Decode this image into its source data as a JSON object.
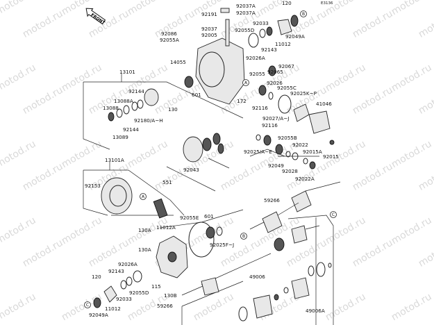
{
  "diagram_code": "E3136",
  "front_label": "FRONT",
  "watermark": "motod.ru",
  "callouts": {
    "a": "A",
    "b": "B",
    "c": "C"
  },
  "labels": [
    "92191",
    "92037A",
    "92037A",
    "92037",
    "92005",
    "92086",
    "92055A",
    "14055",
    "13101",
    "601",
    "92144",
    "13088A",
    "13088",
    "130",
    "92180/A~H",
    "92144",
    "13089",
    "92055D",
    "92033",
    "92143",
    "120",
    "92049A",
    "11012",
    "92026A",
    "92067",
    "92065",
    "92055",
    "92026",
    "172",
    "92116",
    "92055C",
    "92025K~P",
    "41046",
    "92027/A~J",
    "92116",
    "92025/A~E",
    "92055B",
    "92022",
    "92015A",
    "92049",
    "92028",
    "92015",
    "92022A",
    "13101A",
    "92043",
    "92153",
    "551",
    "92055E",
    "601",
    "92025F~J",
    "130A",
    "11012A",
    "130A",
    "92026A",
    "92143",
    "120",
    "92033",
    "92055D",
    "115",
    "130B",
    "11012",
    "59266",
    "92049A",
    "59266",
    "49006",
    "49006A"
  ]
}
